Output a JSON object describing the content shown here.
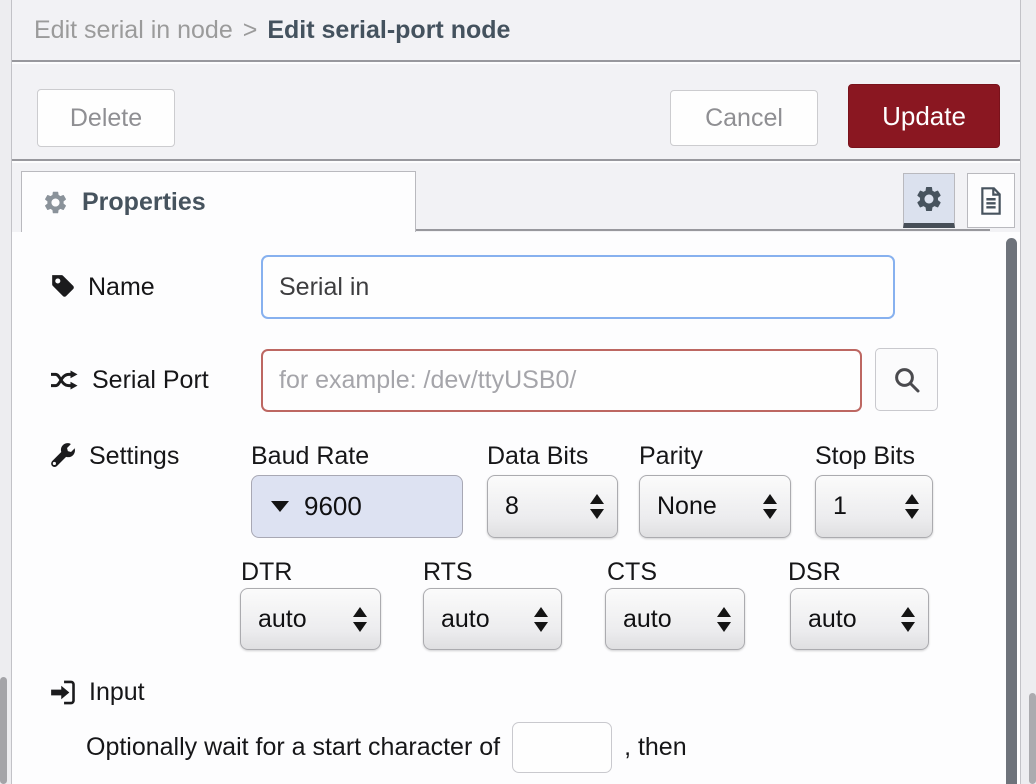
{
  "header": {
    "breadcrumb": {
      "parent": "Edit serial in node",
      "separator": ">",
      "current": "Edit serial-port node"
    }
  },
  "toolbar": {
    "delete": "Delete",
    "cancel": "Cancel",
    "update": "Update"
  },
  "tabbar": {
    "properties": "Properties",
    "icons": {
      "tab_icon": "gear-icon",
      "settings_toggle": "gear-icon",
      "docs_toggle": "file-icon"
    }
  },
  "form": {
    "name": {
      "label": "Name",
      "value": "Serial in",
      "icon": "tag-icon"
    },
    "serial_port": {
      "label": "Serial Port",
      "placeholder": "for example: /dev/ttyUSB0/",
      "icon": "shuffle-icon",
      "search_icon": "search-icon"
    },
    "settings": {
      "label": "Settings",
      "icon": "wrench-icon",
      "baud_rate": {
        "label": "Baud Rate",
        "value": "9600"
      },
      "data_bits": {
        "label": "Data Bits",
        "value": "8"
      },
      "parity": {
        "label": "Parity",
        "value": "None"
      },
      "stop_bits": {
        "label": "Stop Bits",
        "value": "1"
      },
      "dtr": {
        "label": "DTR",
        "value": "auto"
      },
      "rts": {
        "label": "RTS",
        "value": "auto"
      },
      "cts": {
        "label": "CTS",
        "value": "auto"
      },
      "dsr": {
        "label": "DSR",
        "value": "auto"
      }
    },
    "input_section": {
      "label": "Input",
      "icon": "sign-in-icon",
      "wait_prefix": "Optionally wait for a start character of",
      "wait_char": "",
      "wait_suffix": ", then"
    }
  },
  "colors": {
    "accent": "#8a1721",
    "focus_border": "#87b1ef",
    "error_border": "#bd6762",
    "baud_bg": "#dde2f2",
    "chrome_bg": "#f2f2f5"
  }
}
